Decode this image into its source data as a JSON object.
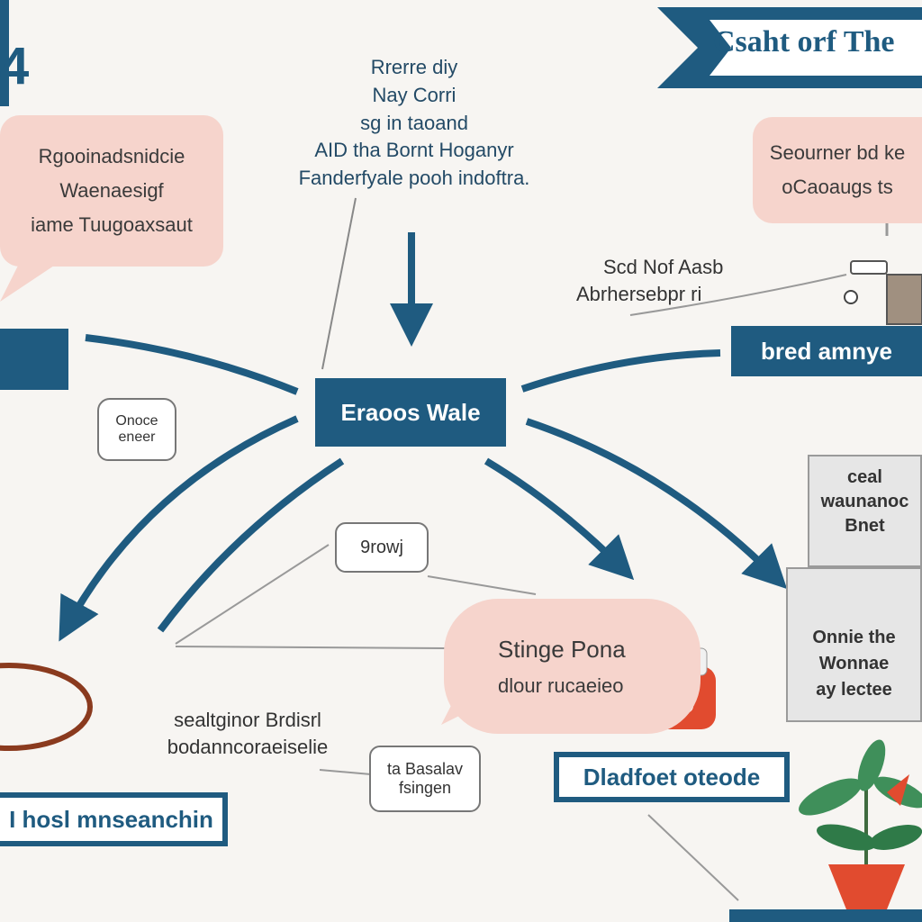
{
  "title": "Csaht orf The",
  "top_left_glyph": "4",
  "center_node": "Eraoos Wale",
  "top_text": [
    "Rrerre diy",
    "Nay Corri",
    "sg in taoand",
    "AID tha Bornt Hoganyr",
    "Fanderfyale pooh indoftra."
  ],
  "bubble_top_left": [
    "Rgooinadsnidcie",
    "Waenaesigf",
    "iame Tuugoaxsaut"
  ],
  "bubble_top_right": [
    "Seourner bd ke",
    "oCaoaugs ts"
  ],
  "note_top_right": [
    "Scd Nof Aasb",
    "Abrhersebpr ri"
  ],
  "box_right": "bred amnye",
  "tag_left": [
    "Onoce",
    "eneer"
  ],
  "tag_center": "9rowj",
  "bubble_center": [
    "Stinge Pona",
    "dlour rucaeieo"
  ],
  "card_right": {
    "top": [
      "ceal",
      "waunanoc",
      "Bnet"
    ],
    "bottom": [
      "Onnie the",
      "Wonnae",
      "ay lectee"
    ]
  },
  "note_bottom_left": [
    "sealtginor Brdisrl",
    "bodanncoraeiselie"
  ],
  "tag_bottom": [
    "ta Basalav",
    "fsingen"
  ],
  "box_bottom_center": "Dladfoet oteode",
  "box_bottom_left": "I hosl mnseanchin",
  "colors": {
    "accent": "#1f5b80",
    "bubble": "#f6d4cc",
    "background": "#f7f5f2",
    "plant_pot": "#e14b2f",
    "ring": "#8a3a1e"
  }
}
